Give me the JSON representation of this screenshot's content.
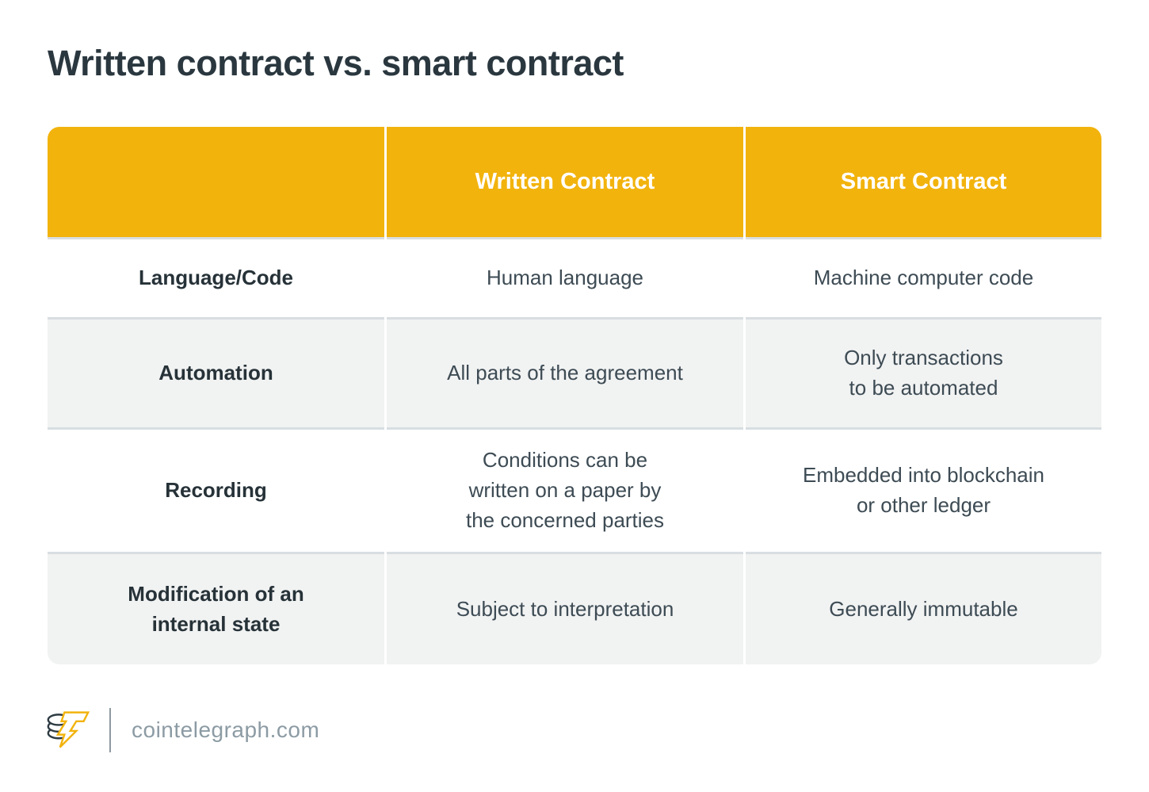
{
  "page": {
    "title": "Written contract vs. smart contract"
  },
  "table": {
    "header": {
      "blank": "",
      "written": "Written Contract",
      "smart": "Smart Contract"
    },
    "rows": [
      {
        "label": "Language/Code",
        "written": "Human language",
        "smart": "Machine computer code"
      },
      {
        "label": "Automation",
        "written": "All parts of the agreement",
        "smart": "Only transactions\nto be automated"
      },
      {
        "label": "Recording",
        "written": "Conditions can be\nwritten on a paper by\nthe concerned parties",
        "smart": "Embedded into blockchain\nor other ledger"
      },
      {
        "label": "Modification of an\ninternal state",
        "written": "Subject to interpretation",
        "smart": "Generally immutable"
      }
    ]
  },
  "footer": {
    "site": "cointelegraph.com",
    "logo": "cointelegraph-coin-logo"
  },
  "colors": {
    "accent_yellow": "#F2B30D",
    "row_gray": "#F1F2F2",
    "separator": "#D8DEE1",
    "title_text": "#2A373F",
    "label_text": "#263238",
    "body_text": "#3D4B54",
    "footer_text": "#8C9BA4"
  }
}
